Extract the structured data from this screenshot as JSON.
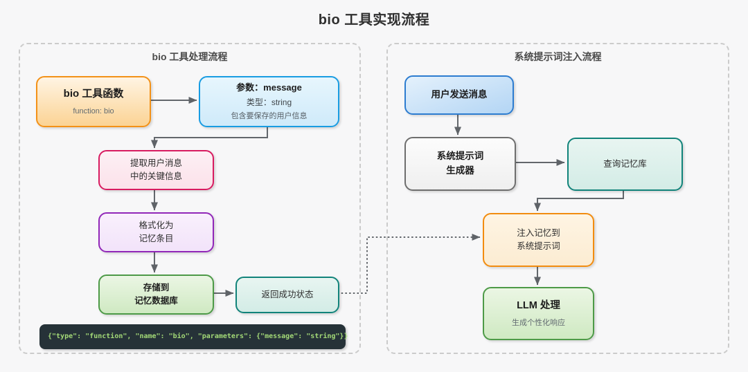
{
  "title": "bio 工具实现流程",
  "left_section": {
    "title": "bio 工具处理流程",
    "nodes": {
      "bio_func": {
        "title": "bio 工具函数",
        "subtitle": "function: bio"
      },
      "param": {
        "title": "参数：message",
        "line2": "类型：string",
        "line3": "包含要保存的用户信息"
      },
      "extract": {
        "line1": "提取用户消息",
        "line2": "中的关键信息"
      },
      "format": {
        "line1": "格式化为",
        "line2": "记忆条目"
      },
      "store": {
        "line1": "存储到",
        "line2": "记忆数据库"
      },
      "success": {
        "label": "返回成功状态"
      }
    },
    "code": "{\"type\": \"function\", \"name\": \"bio\", \"parameters\": {\"message\": \"string\"}}"
  },
  "right_section": {
    "title": "系统提示词注入流程",
    "nodes": {
      "user_message": {
        "label": "用户发送消息"
      },
      "generator": {
        "line1": "系统提示词",
        "line2": "生成器"
      },
      "query": {
        "label": "查询记忆库"
      },
      "inject": {
        "line1": "注入记忆到",
        "line2": "系统提示词"
      },
      "llm": {
        "title": "LLM 处理",
        "subtitle": "生成个性化响应"
      }
    }
  },
  "colors": {
    "background": "#f7f7f8",
    "arrow": "#5f6368",
    "container_dash": "#cbcbcb",
    "code_bg": "#263238",
    "code_text": "#a3d977",
    "orange_border": "#f39117",
    "blue_border": "#189ce2",
    "pink_border": "#d81b60",
    "purple_border": "#9127b8",
    "green_border": "#4d9a47",
    "teal_border": "#11837a",
    "user_blue_border": "#2c7cd0",
    "gray_border": "#6e6e6e",
    "inject_orange_border": "#f28c0f"
  }
}
